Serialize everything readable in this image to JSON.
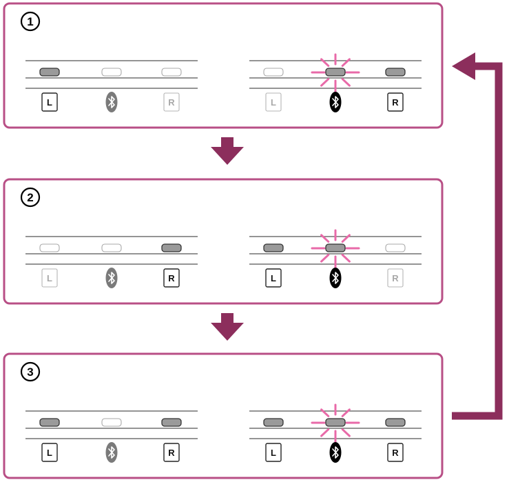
{
  "colors": {
    "panel_border": "#b84f86",
    "arrow": "#8c2e5c",
    "loop_line": "#8c2e5c",
    "rail": "#555555",
    "led_on": "#9a9a9a",
    "led_off": "#ffffff",
    "led_outline_on": "#333333",
    "led_outline_off": "#a8a8a8",
    "glow": "#e86aa8",
    "bt_active": "#000000",
    "bt_inactive": "#7a7a7a"
  },
  "icons": {
    "bluetooth": "bluetooth-icon",
    "flow_arrow": "down-arrow-icon",
    "loop": "return-loop-arrow"
  },
  "steps": [
    {
      "number": "1",
      "left": {
        "leds": [
          "on",
          "off",
          "off"
        ],
        "keys": [
          {
            "text": "L",
            "active": true
          },
          {
            "text": "",
            "icon": "bluetooth",
            "active": false
          },
          {
            "text": "R",
            "active": false
          }
        ]
      },
      "right": {
        "leds": [
          "off",
          "blink",
          "on"
        ],
        "keys": [
          {
            "text": "L",
            "active": false
          },
          {
            "text": "",
            "icon": "bluetooth",
            "active": true
          },
          {
            "text": "R",
            "active": true
          }
        ]
      }
    },
    {
      "number": "2",
      "left": {
        "leds": [
          "off",
          "off",
          "on"
        ],
        "keys": [
          {
            "text": "L",
            "active": false
          },
          {
            "text": "",
            "icon": "bluetooth",
            "active": false
          },
          {
            "text": "R",
            "active": true
          }
        ]
      },
      "right": {
        "leds": [
          "on",
          "blink",
          "off"
        ],
        "keys": [
          {
            "text": "L",
            "active": true
          },
          {
            "text": "",
            "icon": "bluetooth",
            "active": true
          },
          {
            "text": "R",
            "active": false
          }
        ]
      }
    },
    {
      "number": "3",
      "left": {
        "leds": [
          "on",
          "off",
          "on"
        ],
        "keys": [
          {
            "text": "L",
            "active": true
          },
          {
            "text": "",
            "icon": "bluetooth",
            "active": false
          },
          {
            "text": "R",
            "active": true
          }
        ]
      },
      "right": {
        "leds": [
          "on",
          "blink",
          "on"
        ],
        "keys": [
          {
            "text": "L",
            "active": true
          },
          {
            "text": "",
            "icon": "bluetooth",
            "active": true
          },
          {
            "text": "R",
            "active": true
          }
        ]
      }
    }
  ]
}
